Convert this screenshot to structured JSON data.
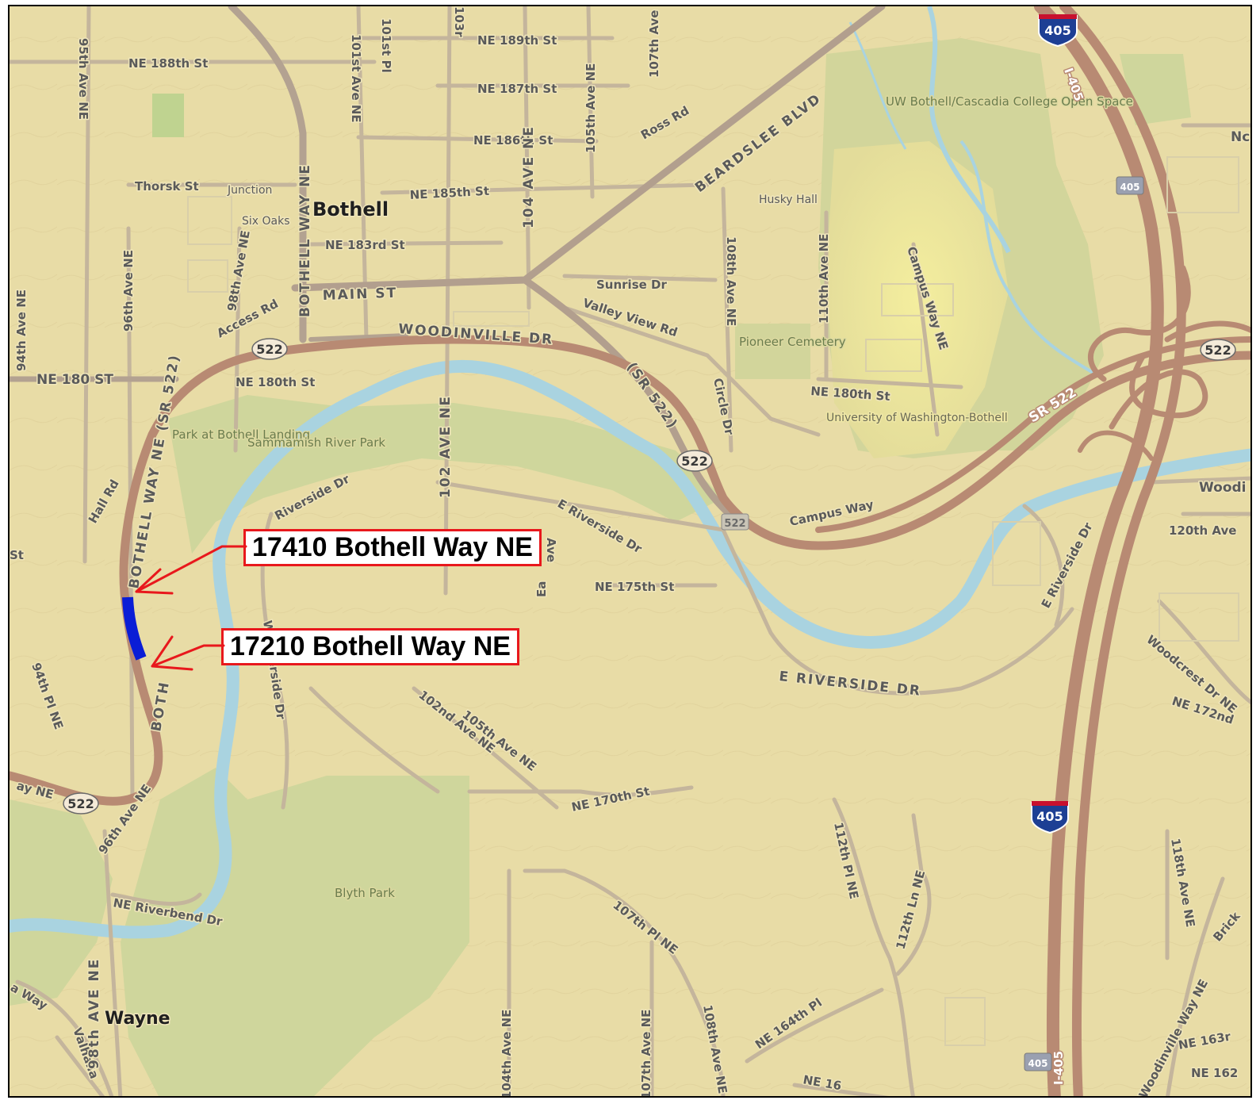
{
  "map": {
    "colors": {
      "land": "#e8dca6",
      "park": "#cfd69c",
      "water": "#a9d3e0",
      "road": "#b8a995",
      "highway": "#b88a73",
      "campus": "#efe59a",
      "highlight": "#0a1dd6",
      "callout_border": "#e8181c",
      "arrow": "#e8181c"
    },
    "places": {
      "bothell": "Bothell",
      "wayne": "Wayne",
      "junction": "Junction",
      "six_oaks": "Six Oaks",
      "husky_hall": "Husky Hall"
    },
    "parks": {
      "uw_open_space": "UW Bothell/Cascadia College Open Space",
      "park_at_bothell_landing": "Park at Bothell Landing",
      "sammamish_river_park": "Sammamish River Park",
      "pioneer_cemetery": "Pioneer Cemetery",
      "blyth_park": "Blyth Park",
      "uw_bothell": "University of Washington-Bothell"
    },
    "roads": {
      "ne_189th": "NE 189th St",
      "ne_188th": "NE 188th St",
      "ne_187th": "NE 187th St",
      "ne_186th": "NE 186th St",
      "ne_185th": "NE 185th St",
      "ne_183rd": "NE 183rd St",
      "ne_180_st": "NE 180 ST",
      "ne_180th_a": "NE 180th St",
      "ne_180th_b": "NE 180th St",
      "ne_175th": "NE 175th St",
      "ne_172nd": "NE 172nd",
      "ne_170th": "NE 170th St",
      "ne_164th": "NE 164th Pl",
      "ne_163rd": "NE 163r",
      "ne_162": "NE 162",
      "ne_16x": "NE 16",
      "thorsk": "Thorsk St",
      "main_st": "MAIN ST",
      "access_rd": "Access Rd",
      "beardslee": "BEARDSLEE BLVD",
      "ross_rd": "Ross Rd",
      "sunrise": "Sunrise Dr",
      "valley_view": "Valley View Rd",
      "woodinville_dr": "WOODINVILLE DR",
      "sr522_paren": "(SR 522)",
      "bothell_way": "BOTHELL WAY NE",
      "bothell_way_s": "BOTHELL WAY NE (SR 522)",
      "bothell_way_lower": "BOTH",
      "way_ne_sw": "ay NE",
      "e_riverside": "E Riverside Dr",
      "e_riverside_caps": "E RIVERSIDE DR",
      "e_riverside_ne": "E Riverside Dr",
      "riverside": "Riverside Dr",
      "w_riverside": "W Riverside Dr",
      "ne_riverbend": "NE Riverbend Dr",
      "campus_way": "Campus Way",
      "campus_way_ne": "Campus Way NE",
      "circle_dr": "Circle Dr",
      "sr_522": "SR 522",
      "i_405": "I-405",
      "i_405b": "I-405",
      "woodi": "Woodi",
      "ave_120": "120th Ave",
      "hall_rd": "Hall Rd",
      "st_left": "St",
      "nc": "Nc",
      "woodcrest": "Woodcrest Dr NE",
      "woodinville_way": "Woodinville Way NE",
      "brick": "Brick",
      "valhalla": "Valhalla",
      "a_way": "a Way",
      "ave_95": "95th Ave NE",
      "ave_94": "94th Ave NE",
      "ave_96": "96th Ave NE",
      "ave_98": "98th Ave NE",
      "ave_101": "101st Ave NE",
      "pl_101": "101st Pl",
      "ave_103": "103r",
      "ave_104": "104 AVE NE",
      "ave_105": "105th Ave NE",
      "ave_107": "107th Ave",
      "ave_102": "102 AVE NE",
      "ave_108": "108th Ave NE",
      "ave_110": "110th Ave NE",
      "ave_112": "112th Pl NE",
      "ln_112": "112th Ln NE",
      "ave_118": "118th Ave NE",
      "ave_98_s": "98th AVE NE",
      "ave_96_s": "96th Ave NE",
      "pl_94": "94th Pl NE",
      "ave_102nd": "102nd Ave NE",
      "ave_105s": "105th Ave NE",
      "pl_107": "107th Pl NE",
      "ave_104s": "104th Ave NE",
      "ave_107s": "107th Ave NE",
      "ave_108s": "108th Ave NE",
      "ea": "Ea",
      "ave_short": "Ave",
      "ave_s_102": "102nd",
      "e_w_riverside": "W"
    },
    "shields": {
      "sr522_a": "522",
      "sr522_b": "522",
      "sr522_c": "522",
      "sr522_d": "522",
      "sr522_e": "522",
      "i405_a": "405",
      "i405_b": "405",
      "i405_c": "405",
      "i405_d": "405"
    }
  },
  "callouts": [
    {
      "label": "17410 Bothell Way NE"
    },
    {
      "label": "17210 Bothell Way NE"
    }
  ]
}
